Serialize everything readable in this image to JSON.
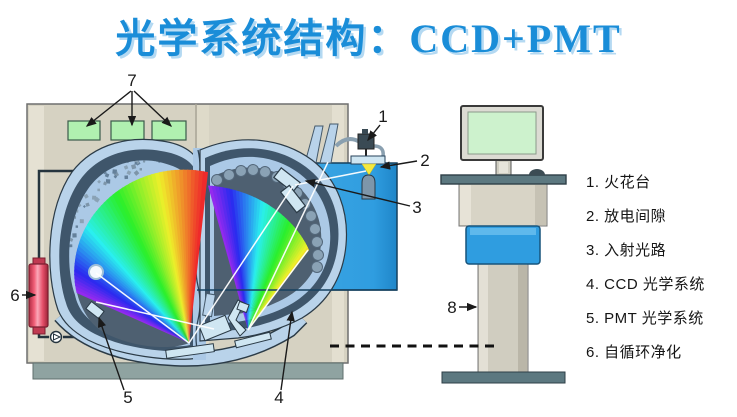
{
  "title": "光学系统结构：CCD+PMT",
  "legend": {
    "items": [
      "1. 火花台",
      "2. 放电间隙",
      "3. 入射光路",
      "4. CCD 光学系统",
      "5. PMT 光学系统",
      "6. 自循环净化"
    ]
  },
  "diagram": {
    "markers": {
      "m1": "1",
      "m2": "2",
      "m3": "3",
      "m4": "4",
      "m5": "5",
      "m6": "6",
      "m7": "7",
      "m8": "8"
    },
    "colors": {
      "title_blue": "#1a8dd8",
      "title_shadow": "#b4d9f2",
      "cabinet_beige": "#d6d2c2",
      "chamber_light_outer": "#b9d3ea",
      "chamber_light_inner": "#abc9e6",
      "chamber_dark_ring": "#3f566b",
      "interior_slate": "#4e6071",
      "box_blue": "#2f9de0",
      "purifier_red": "#e84860",
      "indicator_green": "#b0f0b0",
      "spark_yellow": "#f5e93e",
      "screen_green": "#cdf2cd",
      "desk_gray": "#5c7880",
      "base_gray": "#8fa3a1",
      "ray_white": "#ffffff"
    }
  }
}
